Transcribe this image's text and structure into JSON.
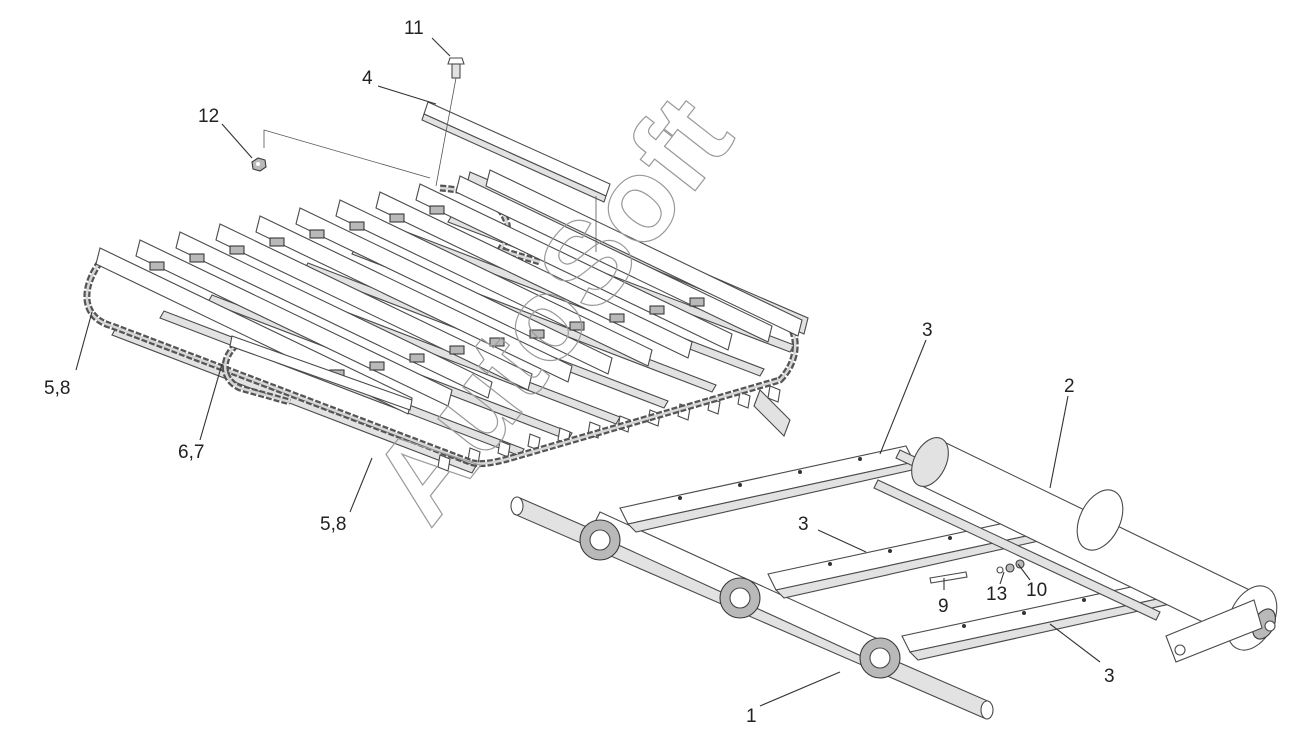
{
  "watermark": "AutoSoft",
  "callouts": {
    "c1": "1",
    "c2": "2",
    "c3a": "3",
    "c3b": "3",
    "c3c": "3",
    "c4": "4",
    "c58a": "5,8",
    "c58b": "5,8",
    "c67": "6,7",
    "c9": "9",
    "c10": "10",
    "c11": "11",
    "c12": "12",
    "c13": "13"
  }
}
